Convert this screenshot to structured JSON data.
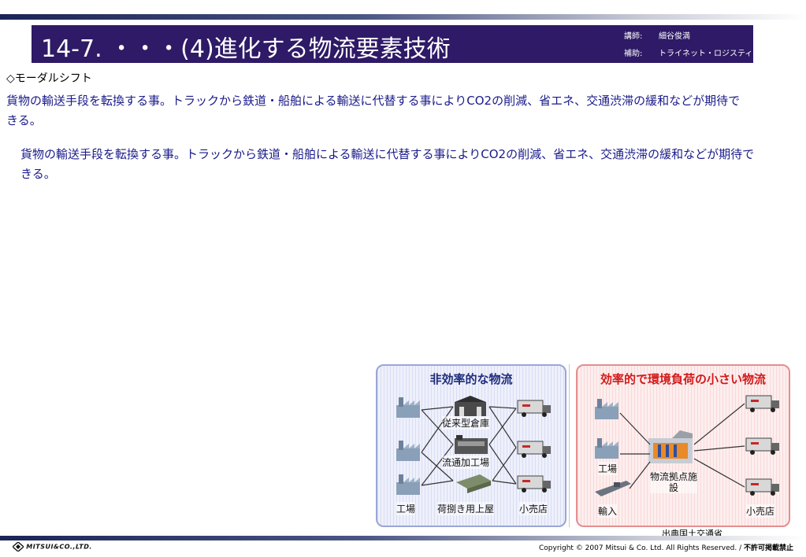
{
  "header": {
    "title": "14-7.   ・・・(4)進化する物流要素技術",
    "lecturer_label": "講師:",
    "lecturer_name": "細谷俊満",
    "assistant_label": "補助:",
    "assistant_name": "トライネット・ロジスティクス"
  },
  "main": {
    "heading": "◇モーダルシフト",
    "paragraph1": "貨物の輸送手段を転換する事。トラックから鉄道・船舶による輸送に代替する事によりCO2の削減、省エネ、交通渋滞の緩和などが期待できる。",
    "paragraph2": "貨物の輸送手段を転換する事。トラックから鉄道・船舶による輸送に代替する事によりCO2の削減、省エネ、交通渋滞の緩和などが期待できる。"
  },
  "figure": {
    "left_title": "非効率的な物流",
    "right_title": "効率的で環境負荷の小さい物流",
    "left_labels": {
      "warehouse": "従来型倉庫",
      "processing": "流通加工場",
      "factory": "工場",
      "cargo": "荷捌き用上屋",
      "retail": "小売店"
    },
    "right_labels": {
      "factory": "工場",
      "hub": "物流拠点施設",
      "import": "輸入",
      "retail": "小売店"
    },
    "source": "出典国土交通省"
  },
  "footer": {
    "company": "MITSUI&CO.,LTD.",
    "copyright": "Copyright © 2007 Mitsui & Co. Ltd. All Rights Reserved. / ",
    "copyright_bold": "不許可掲載禁止"
  },
  "colors": {
    "title_bar": "#2e1a66",
    "body_text": "#1a1a8a",
    "left_title": "#1f2d7a",
    "right_title": "#d21a1a"
  }
}
